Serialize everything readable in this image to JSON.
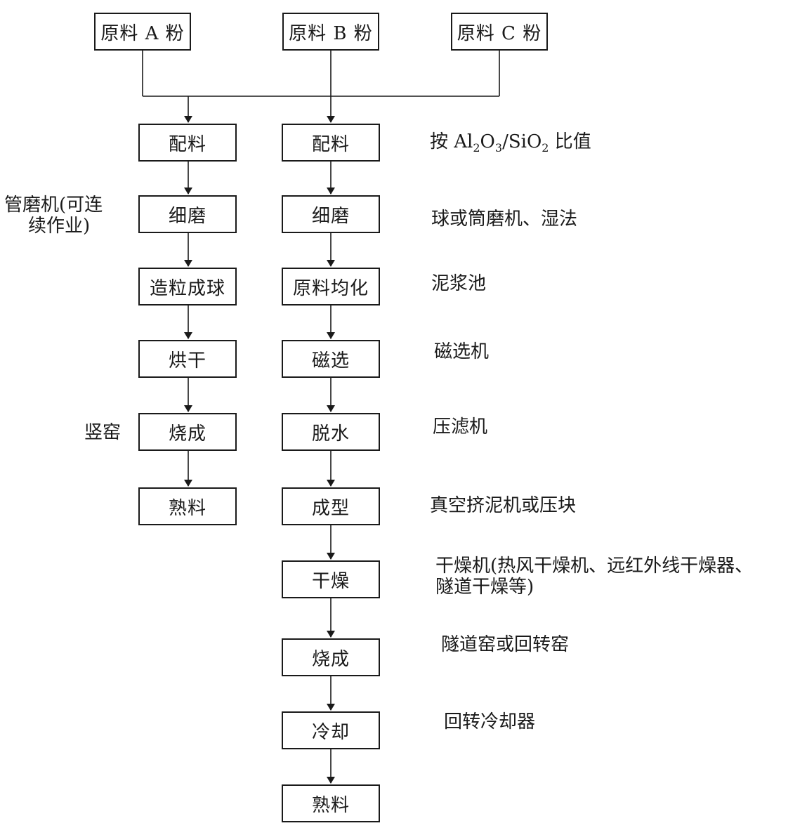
{
  "raw_materials": {
    "a": "原料 A 粉",
    "b": "原料 B 粉",
    "c": "原料 C 粉"
  },
  "left_flow": {
    "steps": [
      "配料",
      "细磨",
      "造粒成球",
      "烘干",
      "烧成",
      "熟料"
    ],
    "annotations": {
      "grinding_line1": "管磨机(可连",
      "grinding_line2": "续作业)",
      "firing": "竖窑"
    }
  },
  "right_flow": {
    "steps": [
      "配料",
      "细磨",
      "原料均化",
      "磁选",
      "脱水",
      "成型",
      "干燥",
      "烧成",
      "冷却",
      "熟料"
    ],
    "annotations": {
      "batching_prefix": "按 Al",
      "batching_sub1": "2",
      "batching_mid1": "O",
      "batching_sub2": "3",
      "batching_mid2": "/SiO",
      "batching_sub3": "2",
      "batching_suffix": " 比值",
      "grinding": "球或筒磨机、湿法",
      "homogenizing": "泥浆池",
      "magnetic": "磁选机",
      "dewatering": "压滤机",
      "forming": "真空挤泥机或压块",
      "drying_line1": "干燥机(热风干燥机、远红外线干燥器、",
      "drying_line2": "隧道干燥等)",
      "firing": "隧道窑或回转窑",
      "cooling": "回转冷却器"
    }
  }
}
